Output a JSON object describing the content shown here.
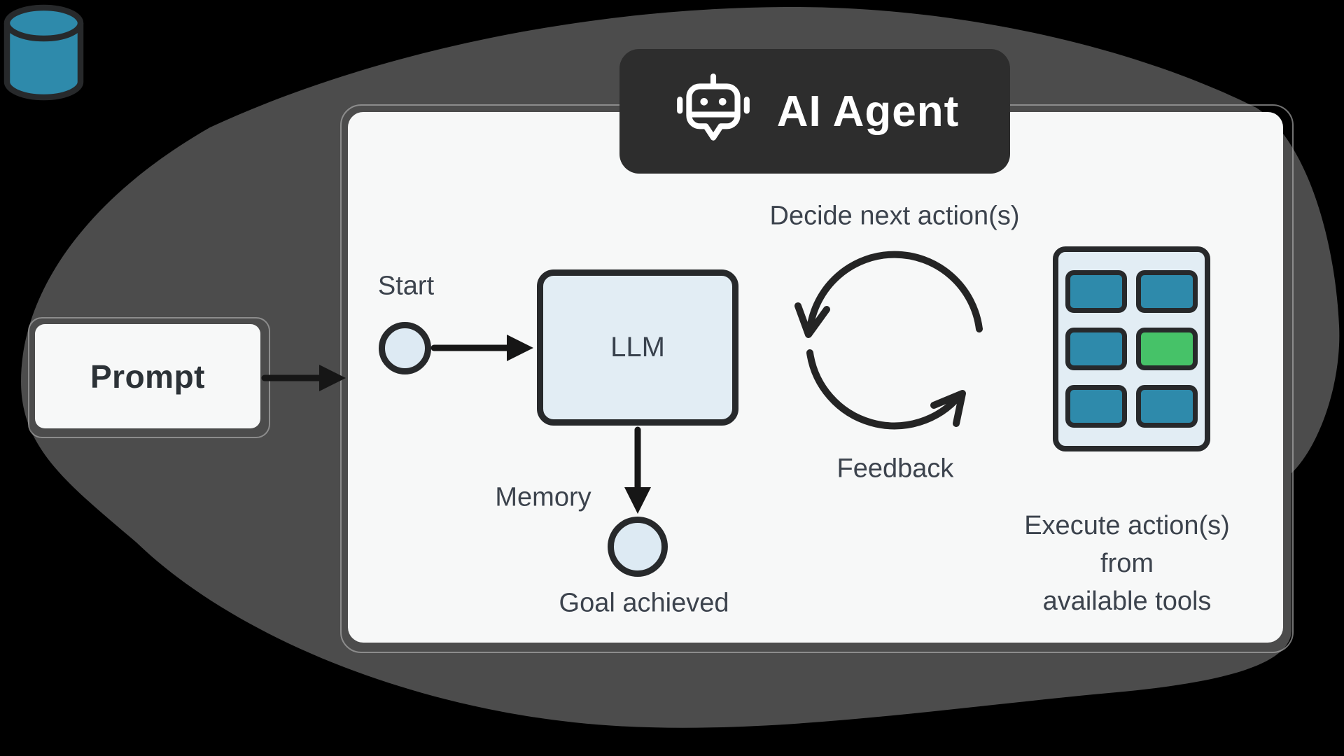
{
  "title_badge": {
    "label": "AI Agent"
  },
  "prompt": {
    "label": "Prompt"
  },
  "flow": {
    "start_label": "Start",
    "llm_label": "LLM",
    "memory_label": "Memory",
    "goal_label": "Goal achieved"
  },
  "decision_loop": {
    "label": "Decide next action(s)",
    "feedback_label": "Feedback"
  },
  "tools": {
    "caption_lines": [
      "Execute action(s)",
      "from",
      "available tools"
    ],
    "tiles": [
      "teal",
      "teal",
      "teal",
      "green",
      "teal",
      "teal"
    ]
  },
  "icons": {
    "badge": "robot-icon",
    "loop": "cycle-arrows-icon",
    "memory": "database-cylinder-icon",
    "tools": "tool-grid-icon"
  },
  "colors": {
    "background": "#000000",
    "blob": "#4c4c4c",
    "badge_bg": "#2d2d2d",
    "badge_text": "#ffffff",
    "panel_bg": "#f7f8f8",
    "outline_dark": "#27292b",
    "node_fill_light_blue": "#e2edf4",
    "circle_fill": "#ddeaf3",
    "teal": "#2e8aab",
    "green": "#46c268",
    "label_text": "#3c434d",
    "arrow": "#161616"
  }
}
